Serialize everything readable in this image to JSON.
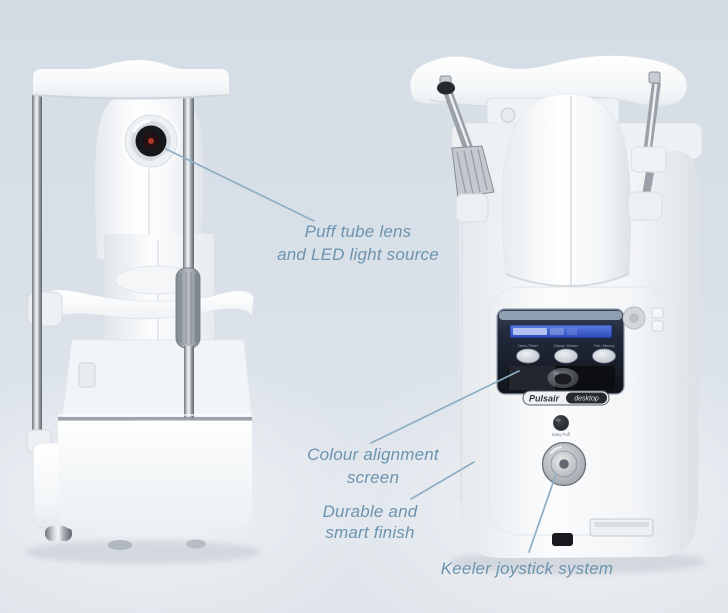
{
  "page": {
    "background_color": "#d9e0e8",
    "annotation_text_color": "#6d93ae",
    "callout_line_color": "#8fadc2",
    "subject": "Keeler Pulsair desktop tonometer, front and rear views"
  },
  "annotations": {
    "puff_tube": {
      "lines": [
        "Puff tube lens",
        "and LED light source"
      ]
    },
    "colour_screen": {
      "lines": [
        "Colour alignment",
        "screen"
      ]
    },
    "durable_finish": {
      "lines": [
        "Durable and",
        "smart finish"
      ]
    },
    "joystick": {
      "lines": [
        "Keeler joystick system"
      ]
    }
  },
  "device_right": {
    "badge_brand": "Pulsair",
    "badge_model": "desktop",
    "panel_button_labels": [
      "Demo / Reset",
      "Display / Dimmer",
      "Print / Memory"
    ],
    "easy_puff_label": "Easy Puff",
    "lcd_color": "#3c57c8",
    "panel_color": "#1c2130"
  }
}
